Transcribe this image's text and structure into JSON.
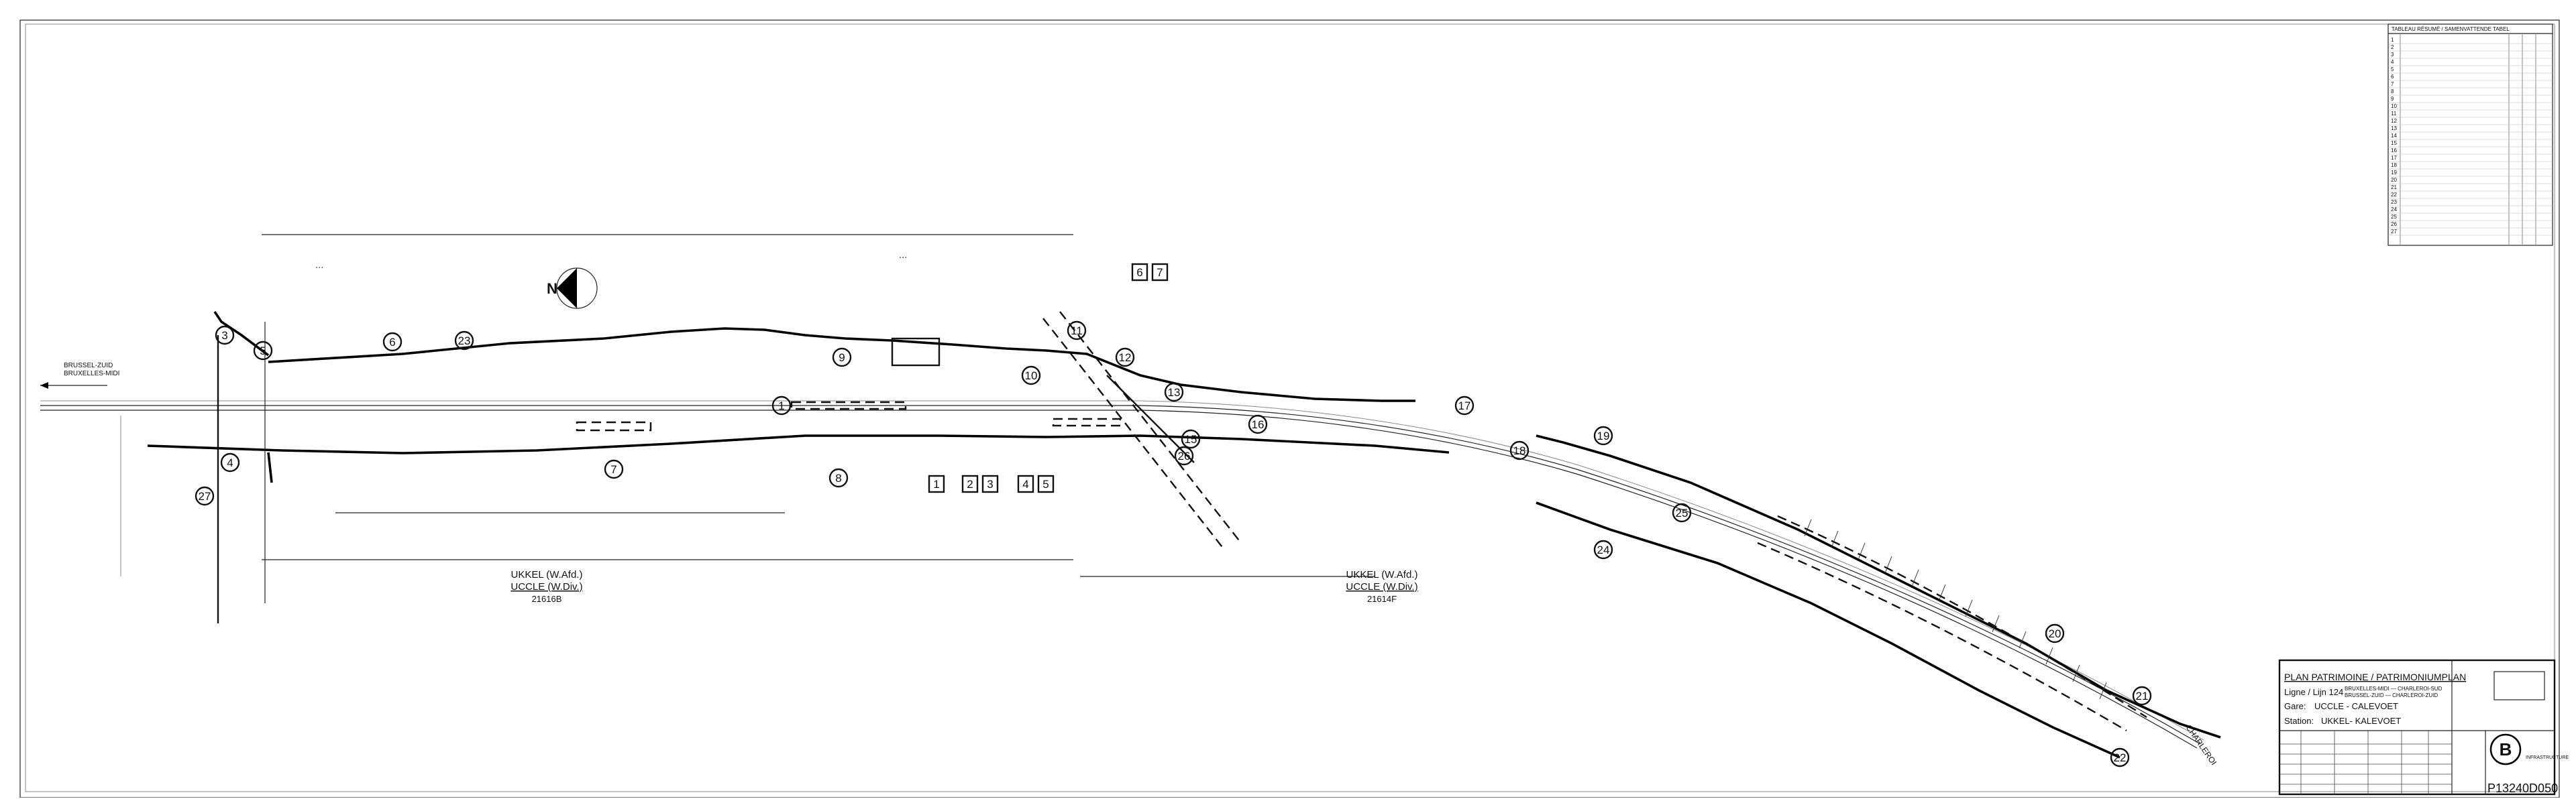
{
  "north_label": "N",
  "legend": {
    "title": "TABLEAU RÉSUMÉ / SAMENVATTENDE TABEL",
    "rows": [
      "1",
      "2",
      "3",
      "4",
      "5",
      "6",
      "7",
      "8",
      "9",
      "10",
      "11",
      "12",
      "13",
      "14",
      "15",
      "16",
      "17",
      "18",
      "19",
      "20",
      "21",
      "22",
      "23",
      "24",
      "25",
      "26",
      "27"
    ]
  },
  "labels": {
    "brussels": "BRUXELLES-MIDI",
    "brussel_zuid": "BRUSSEL-ZUID",
    "charleroi": "CHARLEROI",
    "ukkel_w": "UKKEL (W.Afd.)",
    "uccle_w": "UCCLE (W.Div.)",
    "ukkel_w_code": "21616B",
    "ukkel_e": "UKKEL (W.Afd.)",
    "uccle_e": "UCCLE (W.Div.)",
    "ukkel_e_code": "21614F"
  },
  "markers": {
    "m1": "1",
    "m2": "2",
    "m3": "3",
    "m4": "4",
    "m5": "5",
    "m6": "6",
    "m7": "7",
    "m8": "8",
    "m9": "9",
    "m10": "10",
    "m11": "11",
    "m12": "12",
    "m13": "13",
    "m15": "15",
    "m16": "16",
    "m17": "17",
    "m18": "18",
    "m19": "19",
    "m20": "20",
    "m21": "21",
    "m22": "22",
    "m23": "23",
    "m24": "24",
    "m25": "25",
    "m26": "26",
    "m27": "27"
  },
  "boxes": {
    "b1": "1",
    "b2": "2",
    "b3": "3",
    "b4": "4",
    "b5": "5",
    "b6": "6",
    "b7": "7"
  },
  "title_block": {
    "plan_title": "PLAN PATRIMOINE / PATRIMONIUMPLAN",
    "ligne_label": "Ligne / Lijn 124",
    "ligne_route_1": "BRUXELLES-MIDI — CHARLEROI-SUD",
    "ligne_route_2": "BRUSSEL-ZUID — CHARLEROI-ZUID",
    "gare_label": "Gare:",
    "gare_value": "UCCLE - CALEVOET",
    "station_label": "Station:",
    "station_value": "UKKEL- KALEVOET",
    "drawing_number": "P13240D050",
    "sncb_logo": "B",
    "company": "INFRASTRUCTURE"
  }
}
